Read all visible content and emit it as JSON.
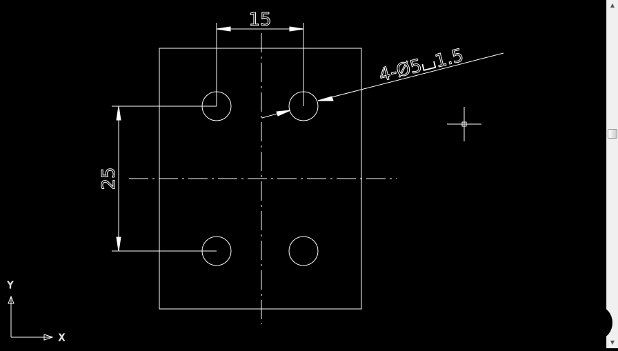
{
  "drawing": {
    "dim_horizontal": "15",
    "dim_vertical": "25",
    "hole_callout": "4-Ø5⌴1.5"
  },
  "ucs": {
    "x_label": "X",
    "y_label": "Y"
  },
  "scrollbar": {
    "up": "▲",
    "down": "▼"
  },
  "colors": {
    "background": "#000000",
    "lines": "#ffffff"
  }
}
